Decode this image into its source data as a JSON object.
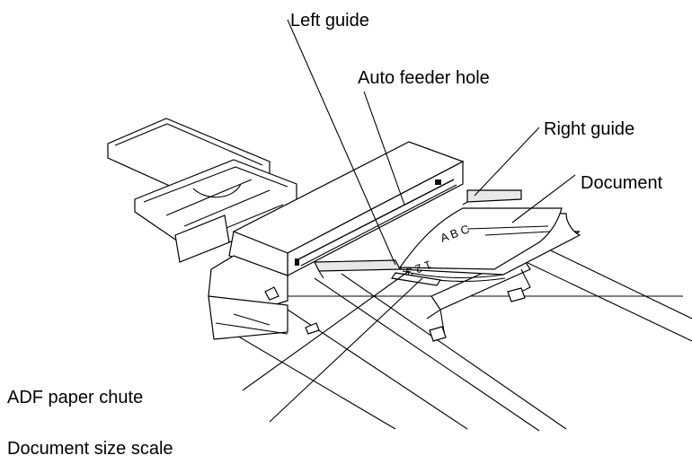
{
  "labels": {
    "left_guide": "Left guide",
    "auto_feeder_hole": "Auto feeder hole",
    "right_guide": "Right guide",
    "document": "Document",
    "adf_paper_chute": "ADF paper chute",
    "document_size_scale": "Document size scale"
  },
  "page_glyphs": {
    "letters": "A B C",
    "digits": "1 2 3"
  }
}
